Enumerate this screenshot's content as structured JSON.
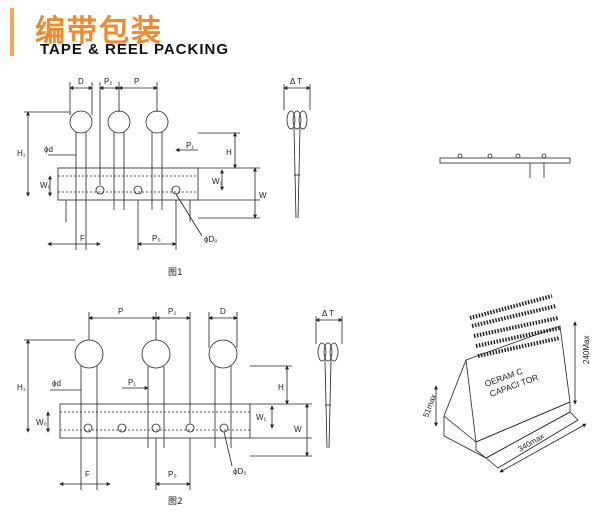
{
  "header": {
    "title_cn": "编带包装",
    "title_en": "TAPE & REEL PACKING",
    "accent_color": "#f08a2b"
  },
  "fig1": {
    "caption": "图1",
    "labels": {
      "D": "D",
      "P2": "P₂",
      "P": "P",
      "phi_d": "ϕd",
      "P1": "P₁",
      "H": "H",
      "H1": "H₁",
      "W0": "W₀",
      "W1": "W₁",
      "W": "W",
      "F": "F",
      "P0": "P₀",
      "phiD0": "ϕD₀",
      "dT": "Δ T"
    }
  },
  "fig2": {
    "caption": "图2",
    "labels": {
      "P": "P",
      "P2": "P₂",
      "D": "D",
      "phi_d": "ϕd",
      "P1": "P₁",
      "H": "H",
      "H1": "H₁",
      "W0": "W₀",
      "W1": "W₁",
      "W": "W",
      "F": "F",
      "P0": "P₀",
      "phiD0": "ϕD₀",
      "dT": "Δ T"
    }
  },
  "box": {
    "line1": "OERAM C",
    "line2": "CAPACI TOR",
    "dim_height": "240Max",
    "dim_width": "340max",
    "dim_depth": "51max"
  }
}
